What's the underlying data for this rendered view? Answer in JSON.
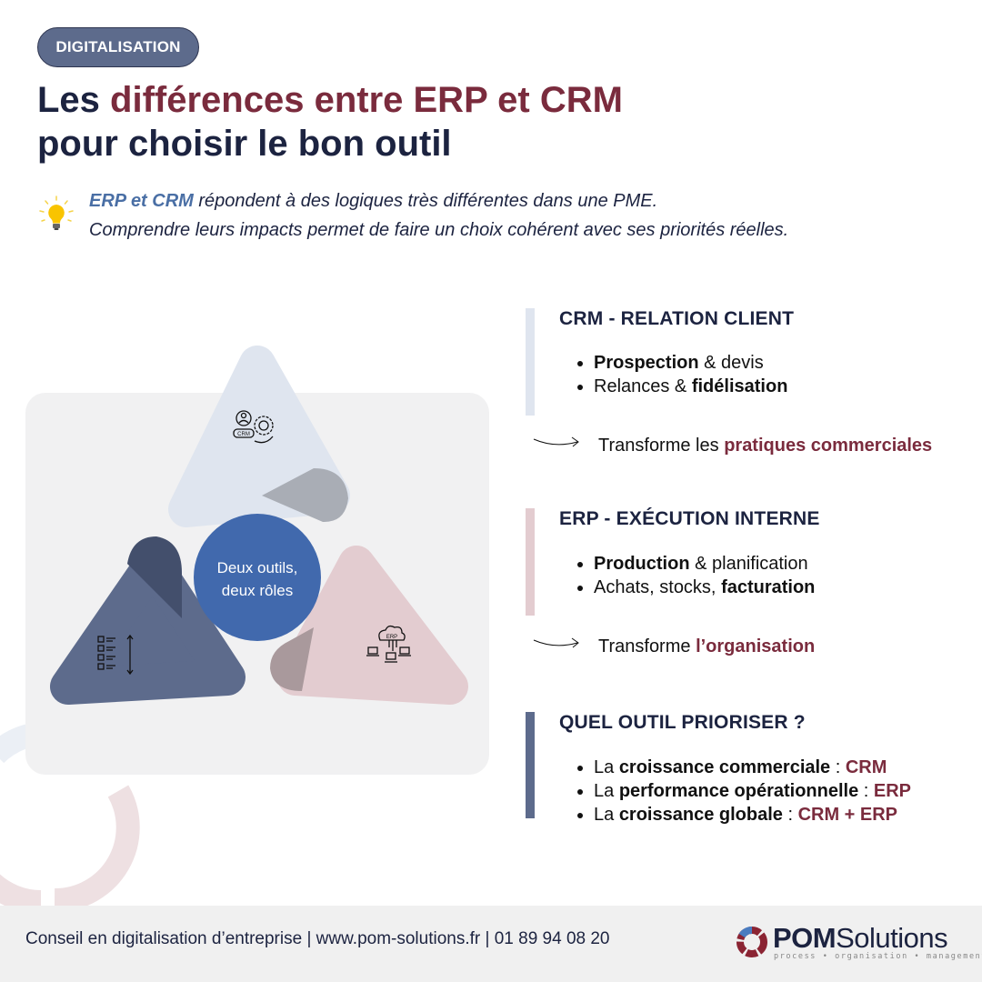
{
  "badge": "DIGITALISATION",
  "title": {
    "line1_prefix": "Les ",
    "line1_accent": "différences entre ERP et CRM",
    "line2": "pour choisir le bon outil"
  },
  "intro": {
    "icon": "lightbulb-icon",
    "highlight": "ERP et CRM",
    "line1_rest": " répondent à des logiques très différentes dans une PME.",
    "line2": "Comprendre leurs impacts permet de faire un choix cohérent avec ses priorités réelles."
  },
  "diagram": {
    "center_line1": "Deux outils,",
    "center_line2": "deux rôles",
    "top_icon_label": "CRM",
    "right_icon_label": "ERP",
    "colors": {
      "center": "#4169ad",
      "top": "#dfe5ef",
      "left": "#5d6b8c",
      "right": "#e3ccd0"
    }
  },
  "crm": {
    "heading": "CRM - RELATION CLIENT",
    "bullets": [
      {
        "bold": "Prospection",
        "rest": " & devis"
      },
      {
        "pre": "Relances & ",
        "bold": "fidélisation"
      }
    ],
    "transform_prefix": "Transforme les ",
    "transform_accent": "pratiques commerciales"
  },
  "erp": {
    "heading": "ERP  - EXÉCUTION INTERNE",
    "bullets": [
      {
        "bold": "Production",
        "rest": " & planification"
      },
      {
        "pre": "Achats, stocks, ",
        "bold": "facturation"
      }
    ],
    "transform_prefix": "Transforme ",
    "transform_accent": "l’organisation"
  },
  "priority": {
    "heading": "QUEL OUTIL PRIORISER ?",
    "bullets": [
      {
        "pre": "La ",
        "bold": "croissance commerciale",
        "sep": " : ",
        "answer": "CRM"
      },
      {
        "pre": "La ",
        "bold": "performance opérationnelle",
        "sep": " : ",
        "answer": "ERP"
      },
      {
        "pre": "La ",
        "bold": "croissance globale",
        "sep": " : ",
        "answer": "CRM + ERP"
      }
    ]
  },
  "footer": {
    "text": "Conseil en digitalisation d’entreprise | www.pom-solutions.fr | 01 89 94 08 20",
    "logo_bold": "POM",
    "logo_rest": "Solutions",
    "logo_tagline": "process • organisation • management"
  }
}
